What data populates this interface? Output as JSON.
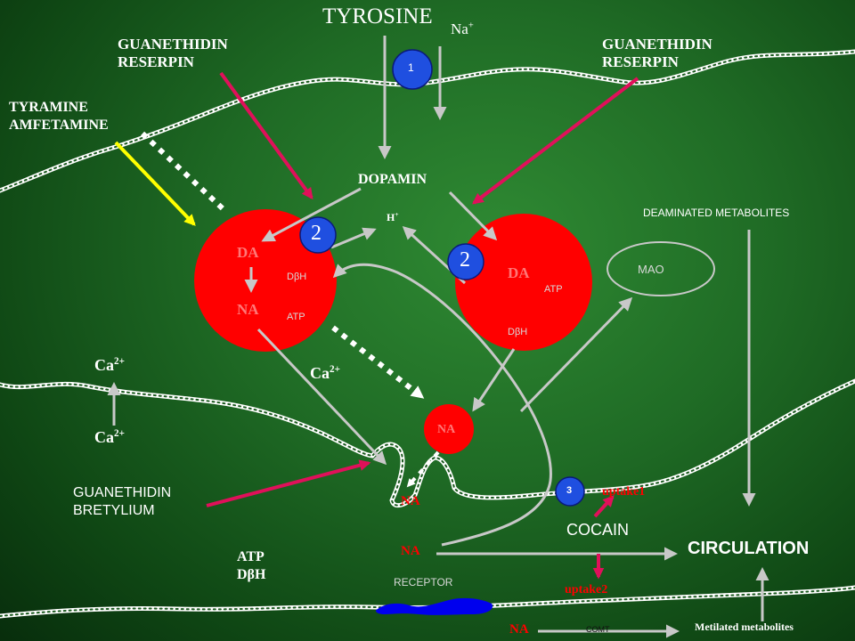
{
  "labels": {
    "tyrosine": "TYROSINE",
    "na_plus": "Na",
    "na_plus_sup": "+",
    "guanethidin_left": "GUANETHIDIN",
    "reserpin_left": "RESERPIN",
    "guanethidin_right": "GUANETHIDIN",
    "reserpin_right": "RESERPIN",
    "tyramine": "TYRAMINE",
    "amfetamine": "AMFETAMINE",
    "dopamin": "DOPAMIN",
    "h_plus": "H",
    "h_plus_sup": "+",
    "deaminated": "DEAMINATED METABOLITES",
    "mao": "MAO",
    "ves_left_da": "DA",
    "ves_left_dbh": "DβH",
    "ves_left_na": "NA",
    "ves_left_atp": "ATP",
    "ves_right_da": "DA",
    "ves_right_atp": "ATP",
    "ves_right_dbh": "DβH",
    "ca_top": "Ca",
    "ca_top_sup": "2+",
    "ca_bottom": "Ca",
    "ca_bottom_sup": "2+",
    "ca_mid": "Ca",
    "ca_mid_sup": "2+",
    "na_fusing_vesicle": "NA",
    "na_cleft": "NA",
    "guanethidin_bottom": "GUANETHIDIN",
    "bretylium": "BRETYLIUM",
    "uptake1": "uptake1",
    "cocain": "COCAIN",
    "na_synapse": "NA",
    "circulation": "CIRCULATION",
    "atp_bottom": "ATP",
    "dbh_bottom": "DβH",
    "receptor": "RECEPTOR",
    "uptake2": "uptake2",
    "na_bottom": "NA",
    "comt": "COMT",
    "metilated": "Metilated metabolites"
  },
  "transporters": {
    "t1": "1",
    "t2_left": "2",
    "t2_right": "2",
    "t3": "3"
  },
  "colors": {
    "background_center": "#2f8a33",
    "background_edge": "#06270a",
    "vesicle": "#ff0000",
    "transporter": "#1f4fe0",
    "inhibitor_arrow": "#e0105a",
    "releaser_arrow": "#ffff00",
    "flow_arrow": "#c8c8c8",
    "membrane": "#ffffff",
    "receptor": "#0000ee",
    "label_white": "#ffffff",
    "label_red": "#ff0000"
  }
}
